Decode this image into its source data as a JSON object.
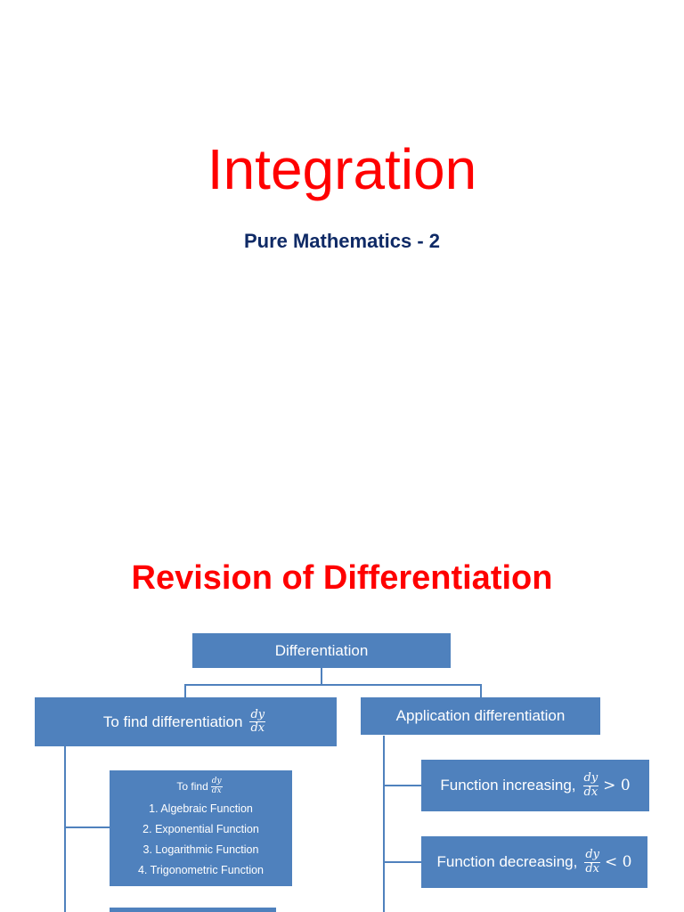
{
  "slide1": {
    "title": "Integration",
    "subtitle": "Pure Mathematics - 2"
  },
  "slide2": {
    "title": "Revision of Differentiation",
    "root_box": "Differentiation",
    "left_box": {
      "label": "To find differentiation",
      "frac_num": "dy",
      "frac_den": "dx"
    },
    "right_box": "Application differentiation",
    "list_box": {
      "find_label": "To find",
      "frac_num": "dy",
      "frac_den": "dx",
      "items": [
        "1.  Algebraic Function",
        "2. Exponential Function",
        "3. Logarithmic Function",
        "4. Trigonometric Function"
      ]
    },
    "increasing_box": {
      "label": "Function increasing,",
      "frac_num": "dy",
      "frac_den": "dx",
      "op": "> 0"
    },
    "decreasing_box": {
      "label": "Function decreasing,",
      "frac_num": "dy",
      "frac_den": "dx",
      "op": "< 0"
    }
  },
  "colors": {
    "title_red": "#ff0000",
    "subtitle_navy": "#0f2a66",
    "box_blue": "#4f81bd"
  }
}
